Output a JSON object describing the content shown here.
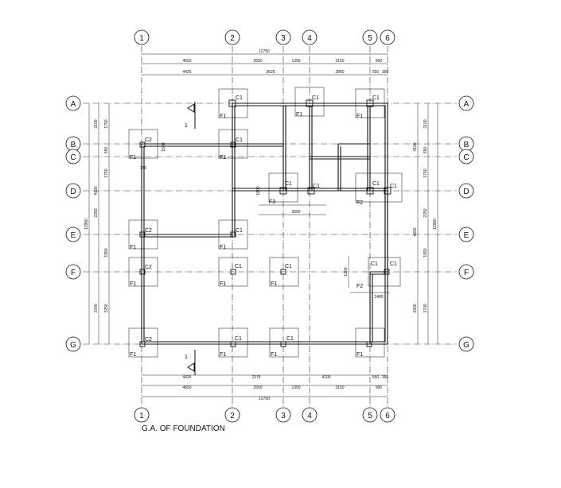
{
  "title": "G.A. OF FOUNDATION",
  "section_mark": "1",
  "grid": {
    "columns": [
      "1",
      "2",
      "3",
      "4",
      "5",
      "6"
    ],
    "rows": [
      "A",
      "B",
      "C",
      "D",
      "E",
      "F",
      "G"
    ]
  },
  "dims": {
    "top_total": "12750",
    "top_row1": [
      "4650",
      "2550",
      "1350",
      "3150",
      "900"
    ],
    "top_row2": [
      "4425",
      "3625",
      "2850",
      "550",
      "350"
    ],
    "bottom_row1": [
      "4425",
      "2375",
      "4100",
      "550",
      "350"
    ],
    "bottom_row2": [
      "4650",
      "2550",
      "1350",
      "3150",
      "900"
    ],
    "bottom_total": "12750",
    "left_outer": "12950",
    "left_mid": [
      "2100",
      "4100",
      "2250",
      "3700"
    ],
    "left_inner": [
      "1750",
      "650",
      "1750",
      "1950",
      "3250"
    ],
    "right_total": "12950",
    "right_mid": [
      "2100",
      "650",
      "1750",
      "2250",
      "1950",
      "3700"
    ],
    "right_inner": [
      "4100",
      "4600",
      "3300"
    ]
  },
  "footing_dims": {
    "f2_vertical": "1200",
    "f2_horizontal": "2400",
    "f3_horizontal": "3000",
    "f3_vertical": "1800",
    "f1_left": "1500",
    "f1_small": "750"
  },
  "tags": {
    "c1": "C1",
    "c2": "C2",
    "f1": "F1",
    "f2": "F2",
    "f3": "F3"
  }
}
